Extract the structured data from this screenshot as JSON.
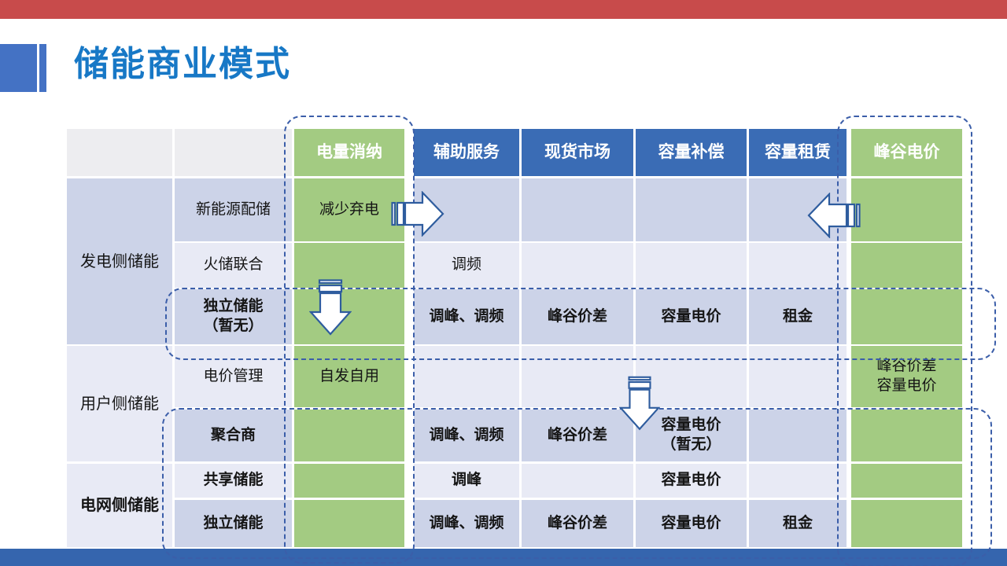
{
  "slide": {
    "title": "储能商业模式",
    "colors": {
      "title_color": "#1778C6",
      "top_bar": "#C84B4B",
      "bottom_bar": "#3565AE",
      "accent_square": "#4472C4",
      "header_blue": "#3A6CB5",
      "green": "#A3CB82",
      "row_dark": "#CCD3E8",
      "row_light": "#E8EAF5",
      "header_gray": "#EDEDF0",
      "dashed_border": "#3B5EA9",
      "arrow_outline": "#2E5C9E"
    }
  },
  "table": {
    "header": [
      "",
      "",
      "电量消纳",
      "辅助服务",
      "现货市场",
      "容量补偿",
      "容量租赁",
      "峰谷电价"
    ],
    "groups": [
      {
        "label": "发电侧储能",
        "bold": false,
        "shade": "dark",
        "row_start": 0,
        "row_count": 3
      },
      {
        "label": "用户侧储能",
        "bold": false,
        "shade": "light",
        "row_start": 3,
        "row_count": 2
      },
      {
        "label": "电网侧储能",
        "bold": true,
        "shade": "light",
        "row_start": 5,
        "row_count": 2
      }
    ],
    "rows": [
      {
        "subtype": "新能源配储",
        "bold": false,
        "shade": "dark",
        "values": [
          "减少弃电",
          "",
          "",
          "",
          "",
          ""
        ]
      },
      {
        "subtype": "火储联合",
        "bold": false,
        "shade": "light",
        "values": [
          "",
          "调频",
          "",
          "",
          "",
          ""
        ]
      },
      {
        "subtype": "独立储能\n（暂无）",
        "bold": true,
        "shade": "dark",
        "values": [
          "",
          "调峰、调频",
          "峰谷价差",
          "容量电价",
          "租金",
          ""
        ]
      },
      {
        "subtype": "电价管理",
        "bold": false,
        "shade": "light",
        "values": [
          "自发自用",
          "",
          "",
          "",
          "",
          "峰谷价差\n容量电价"
        ]
      },
      {
        "subtype": "聚合商",
        "bold": true,
        "shade": "dark",
        "values": [
          "",
          "调峰、调频",
          "峰谷价差",
          "容量电价\n（暂无）",
          "",
          ""
        ]
      },
      {
        "subtype": "共享储能",
        "bold": true,
        "shade": "light",
        "values": [
          "",
          "调峰",
          "",
          "容量电价",
          "",
          ""
        ]
      },
      {
        "subtype": "独立储能",
        "bold": true,
        "shade": "dark",
        "values": [
          "",
          "调峰、调频",
          "峰谷价差",
          "容量电价",
          "租金",
          ""
        ]
      }
    ]
  }
}
